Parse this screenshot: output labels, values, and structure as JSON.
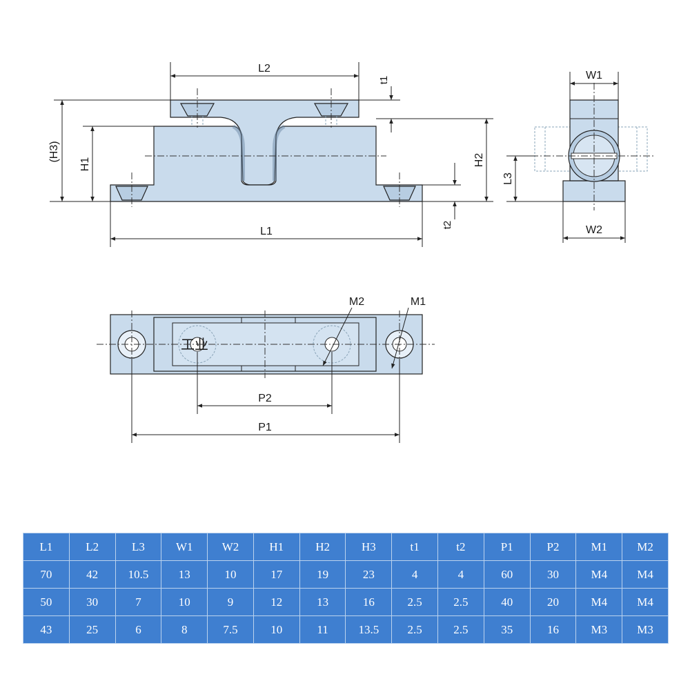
{
  "front_view": {
    "labels": {
      "L2": "L2",
      "t1": "t1",
      "H3": "(H3)",
      "H1": "H1",
      "H2": "H2",
      "t2": "t2",
      "L1": "L1"
    }
  },
  "side_view": {
    "labels": {
      "W1": "W1",
      "L3": "L3",
      "W2": "W2"
    }
  },
  "top_view": {
    "labels": {
      "M2": "M2",
      "M1": "M1",
      "P2": "P2",
      "P1": "P1"
    },
    "watermark": "工业"
  },
  "spec_table": {
    "headers": [
      "L1",
      "L2",
      "L3",
      "W1",
      "W2",
      "H1",
      "H2",
      "H3",
      "t1",
      "t2",
      "P1",
      "P2",
      "M1",
      "M2"
    ],
    "rows": [
      [
        "70",
        "42",
        "10.5",
        "13",
        "10",
        "17",
        "19",
        "23",
        "4",
        "4",
        "60",
        "30",
        "M4",
        "M4"
      ],
      [
        "50",
        "30",
        "7",
        "10",
        "9",
        "12",
        "13",
        "16",
        "2.5",
        "2.5",
        "40",
        "20",
        "M4",
        "M4"
      ],
      [
        "43",
        "25",
        "6",
        "8",
        "7.5",
        "10",
        "11",
        "13.5",
        "2.5",
        "2.5",
        "35",
        "16",
        "M3",
        "M3"
      ]
    ]
  },
  "colors": {
    "part_fill": "#c9dbec",
    "table_fill": "#3f7fd0",
    "table_text": "#ffffff"
  }
}
